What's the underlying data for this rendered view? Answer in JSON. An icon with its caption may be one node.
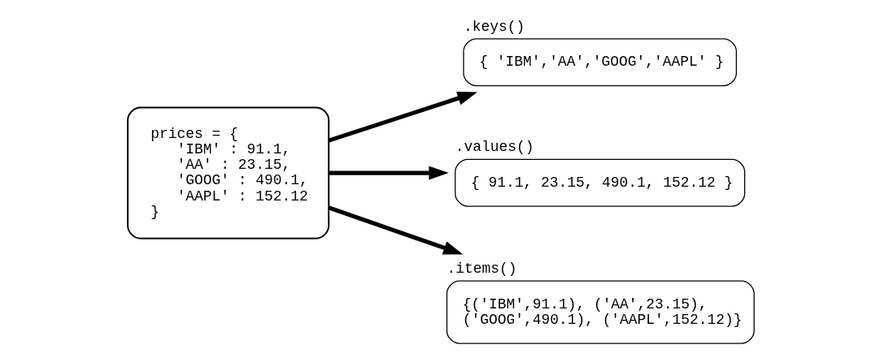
{
  "diagram": {
    "nodes": [
      {
        "text": [
          "prices = {",
          "   'IBM' : 91.1,",
          "   'AA' : 23.15,",
          "   'GOOG' : 490.1,",
          "   'AAPL' : 152.12",
          "}"
        ]
      },
      {
        "text": [
          ".keys()",
          "{ 'IBM','AA','GOOG','AAPL' }"
        ]
      },
      {
        "text": [
          ".values()",
          "{ 91.1, 23.15, 490.1, 152.12 }"
        ]
      },
      {
        "text": [
          ".items()",
          "{('IBM',91.1), ('AA',23.15), ('GOOG',490.1), ('AAPL',152.12)}"
        ]
      }
    ],
    "edges": [
      {
        "from": 0,
        "to": 1,
        "arrow": "to"
      },
      {
        "from": 0,
        "to": 2,
        "arrow": "to"
      },
      {
        "from": 0,
        "to": 3,
        "arrow": "to"
      }
    ]
  }
}
